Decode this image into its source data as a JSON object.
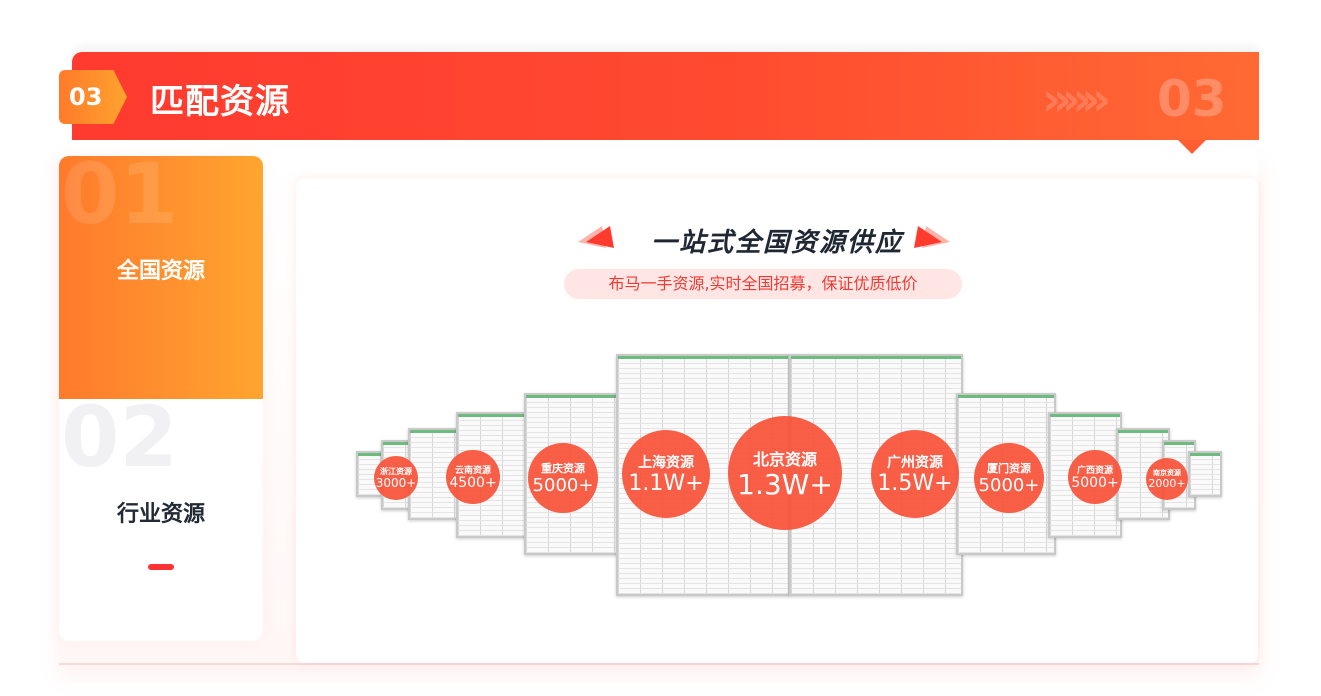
{
  "header": {
    "badge_number": "03",
    "title": "匹配资源",
    "decor_chevrons": "»»»",
    "decor_number": "03"
  },
  "tabs": [
    {
      "number": "01",
      "label": "全国资源",
      "active": true
    },
    {
      "number": "02",
      "label": "行业资源",
      "active": false
    }
  ],
  "colors": {
    "header_start": "#ff3a2f",
    "header_end": "#ff6a33",
    "active_tab_start": "#ff7a2c",
    "active_tab_end": "#ffa52f",
    "bubble": "#f85037",
    "indicator": "#ff3333"
  },
  "promo": {
    "title": "一站式全国资源供应",
    "subtitle": "布马一手资源,实时全国招募，保证优质低价",
    "cities": [
      {
        "name": "浙江资源",
        "count": "3000+"
      },
      {
        "name": "云南资源",
        "count": "4500+"
      },
      {
        "name": "重庆资源",
        "count": "5000+"
      },
      {
        "name": "上海资源",
        "count": "1.1W+"
      },
      {
        "name": "北京资源",
        "count": "1.3W+"
      },
      {
        "name": "广州资源",
        "count": "1.5W+"
      },
      {
        "name": "厦门资源",
        "count": "5000+"
      },
      {
        "name": "广西资源",
        "count": "5000+"
      },
      {
        "name": "南京资源",
        "count": "2000+"
      }
    ]
  }
}
